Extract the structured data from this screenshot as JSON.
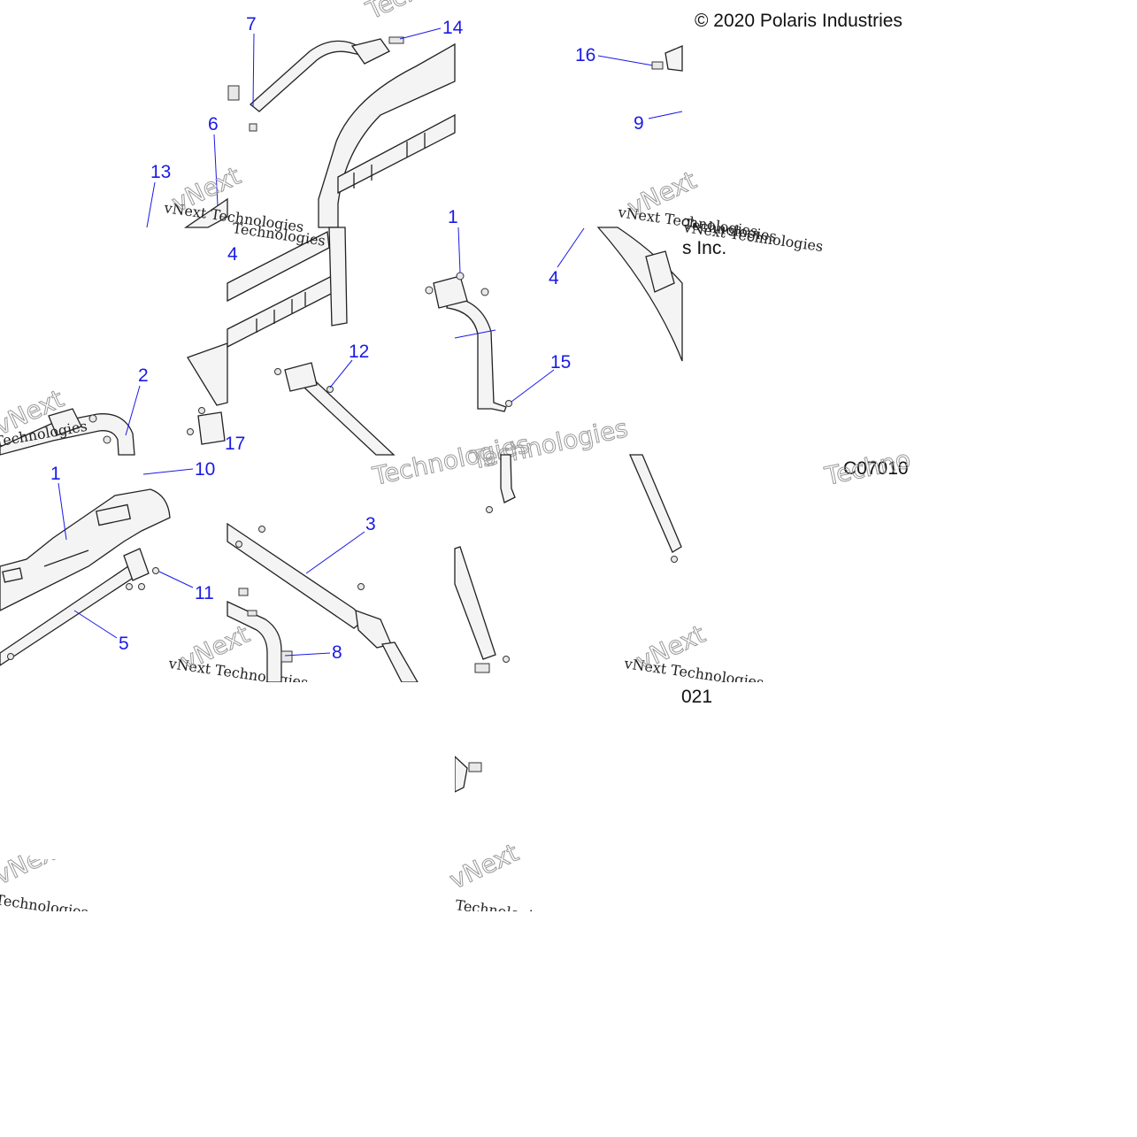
{
  "copyright": "© 2020 Polaris Industries",
  "copyright_tail": "s Inc.",
  "drawing_number": "C07010",
  "drawing_fragment": "021",
  "watermark": {
    "brand_line1": "vNext",
    "brand_line2": "Technologies",
    "serif_text": "vNext Technologies"
  },
  "callouts": [
    {
      "id": "c7",
      "label": "7"
    },
    {
      "id": "c14",
      "label": "14"
    },
    {
      "id": "c6",
      "label": "6"
    },
    {
      "id": "c13",
      "label": "13"
    },
    {
      "id": "c16",
      "label": "16"
    },
    {
      "id": "c9",
      "label": "9"
    },
    {
      "id": "c4a",
      "label": "4"
    },
    {
      "id": "c2",
      "label": "2"
    },
    {
      "id": "c17",
      "label": "17"
    },
    {
      "id": "c12",
      "label": "12"
    },
    {
      "id": "c1a",
      "label": "1"
    },
    {
      "id": "c4b",
      "label": "4"
    },
    {
      "id": "c15",
      "label": "15"
    },
    {
      "id": "c1b",
      "label": "1"
    },
    {
      "id": "c10",
      "label": "10"
    },
    {
      "id": "c11",
      "label": "11"
    },
    {
      "id": "c5",
      "label": "5"
    },
    {
      "id": "c3",
      "label": "3"
    },
    {
      "id": "c8",
      "label": "8"
    }
  ]
}
